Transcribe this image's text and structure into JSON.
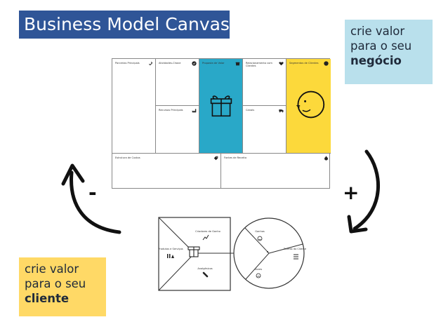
{
  "title": "Business Model Canvas",
  "note_business": {
    "line1": "crie valor",
    "line2": "para o seu",
    "bold": "negócio"
  },
  "note_client": {
    "line1": "crie valor",
    "line2": "para o seu",
    "bold": "cliente"
  },
  "signs": {
    "minus": "-",
    "plus": "+"
  },
  "colors": {
    "title_bg": "#2f5597",
    "note_business_bg": "#b9e0ec",
    "note_client_bg": "#ffd966",
    "value_proposition": "#29a8c8",
    "customer_segments": "#fcd93b"
  },
  "canvas_blocks": {
    "key_partners": "Parcerias Principais",
    "key_activities": "Atividades-Chave",
    "key_resources": "Recursos Principais",
    "value_propositions": "Proposta de Valor",
    "customer_relationships": "Relacionamento com Clientes",
    "channels": "Canais",
    "customer_segments": "Segmentos de Clientes",
    "cost_structure": "Estrutura de Custos",
    "revenue_streams": "Fontes de Receita"
  },
  "value_map": {
    "gain_creators": "Criadores de Ganho",
    "products_services": "Produtos e Serviços",
    "pain_relievers": "Analgésicos"
  },
  "customer_profile": {
    "gains": "Ganhos",
    "customer_jobs": "Tarefas do Cliente",
    "pains": "Dores"
  },
  "icons": [
    "link-icon",
    "check-icon",
    "gift-icon",
    "heart-icon",
    "circle-icon",
    "factory-icon",
    "truck-icon",
    "tag-icon",
    "money-bag-icon",
    "smiley-face-icon",
    "chart-icon",
    "pill-icon",
    "list-icon"
  ]
}
